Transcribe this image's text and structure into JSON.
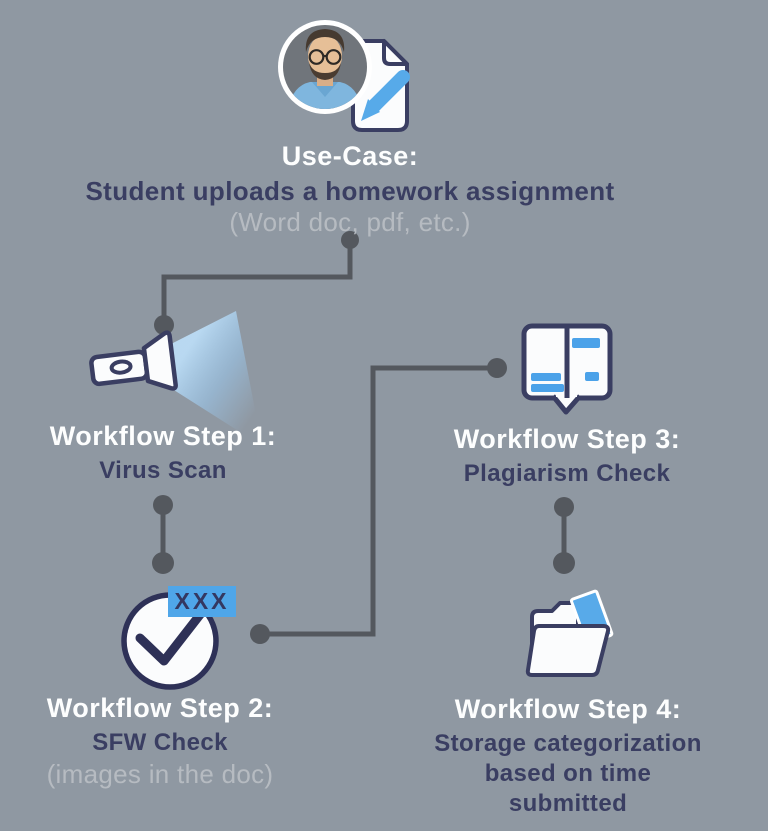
{
  "palette": {
    "background": "#8F98A2",
    "navy": "#3A3E62",
    "white": "#FDFEFE",
    "muted_gray": "#B6BBC1",
    "connector_gray": "#54585E",
    "accent_blue": "#55A9E8",
    "beam_blue": "#A9D7F3"
  },
  "icons": {
    "header_left": "student-avatar",
    "header_right": "document-pencil-icon",
    "step1": "flashlight-icon",
    "step2": "check-circle-icon",
    "step3": "open-book-icon",
    "step4": "open-folder-icon"
  },
  "header": {
    "title": "Use-Case:",
    "subtitle": "Student uploads a homework assignment",
    "note": "(Word doc, pdf, etc.)"
  },
  "steps": [
    {
      "title": "Workflow Step 1:",
      "subtitle": "Virus Scan",
      "icon": "flashlight-icon"
    },
    {
      "title": "Workflow Step 2:",
      "subtitle": "SFW Check",
      "note": "(images in the doc)",
      "badge": "XXX",
      "icon": "check-circle-icon"
    },
    {
      "title": "Workflow Step 3:",
      "subtitle": "Plagiarism Check",
      "icon": "open-book-icon"
    },
    {
      "title": "Workflow Step 4:",
      "subtitle_lines": [
        "Storage categorization",
        "based on time",
        "submitted"
      ],
      "icon": "open-folder-icon"
    }
  ]
}
